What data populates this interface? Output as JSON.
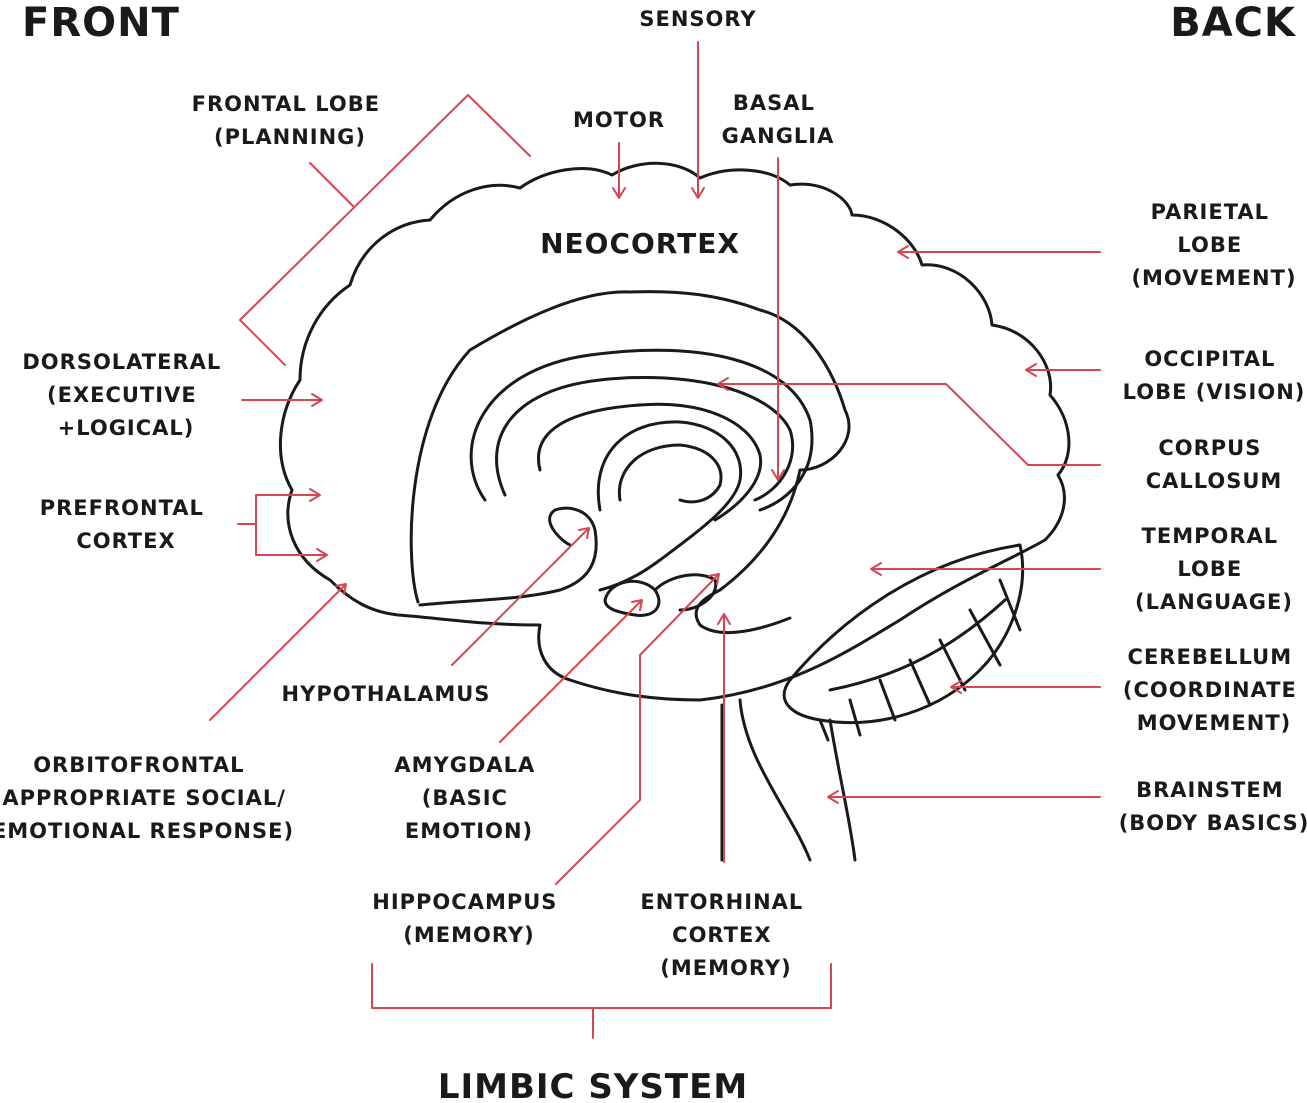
{
  "orientation": {
    "front": "FRONT",
    "back": "BACK"
  },
  "center_label": "NEOCORTEX",
  "system_label": "LIMBIC SYSTEM",
  "accent_color": "#d64550",
  "outline_color": "#1a1a1a",
  "labels": {
    "sensory": [
      "SENSORY"
    ],
    "motor": [
      "MOTOR"
    ],
    "basal_ganglia": [
      "BASAL",
      "GANGLIA"
    ],
    "frontal_lobe": [
      "FRONTAL LOBE",
      "(PLANNING)"
    ],
    "parietal_lobe": [
      "PARIETAL",
      "LOBE",
      "(MOVEMENT)"
    ],
    "dorsolateral": [
      "DORSOLATERAL",
      "(EXECUTIVE",
      "+LOGICAL)"
    ],
    "occipital_lobe": [
      "OCCIPITAL",
      "LOBE (VISION)"
    ],
    "corpus_callosum": [
      "CORPUS",
      "CALLOSUM"
    ],
    "prefrontal_cortex": [
      "PREFRONTAL",
      "CORTEX"
    ],
    "temporal_lobe": [
      "TEMPORAL",
      "LOBE",
      "(LANGUAGE)"
    ],
    "cerebellum": [
      "CEREBELLUM",
      "(COORDINATE",
      "MOVEMENT)"
    ],
    "hypothalamus": [
      "HYPOTHALAMUS"
    ],
    "orbitofrontal": [
      "ORBITOFRONTAL",
      "(APPROPRIATE SOCIAL/",
      "EMOTIONAL RESPONSE)"
    ],
    "amygdala": [
      "AMYGDALA",
      "(BASIC",
      "EMOTION)"
    ],
    "brainstem": [
      "BRAINSTEM",
      "(BODY BASICS)"
    ],
    "hippocampus": [
      "HIPPOCAMPUS",
      "(MEMORY)"
    ],
    "entorhinal_cortex": [
      "ENTORHINAL",
      "CORTEX",
      "(MEMORY)"
    ]
  }
}
